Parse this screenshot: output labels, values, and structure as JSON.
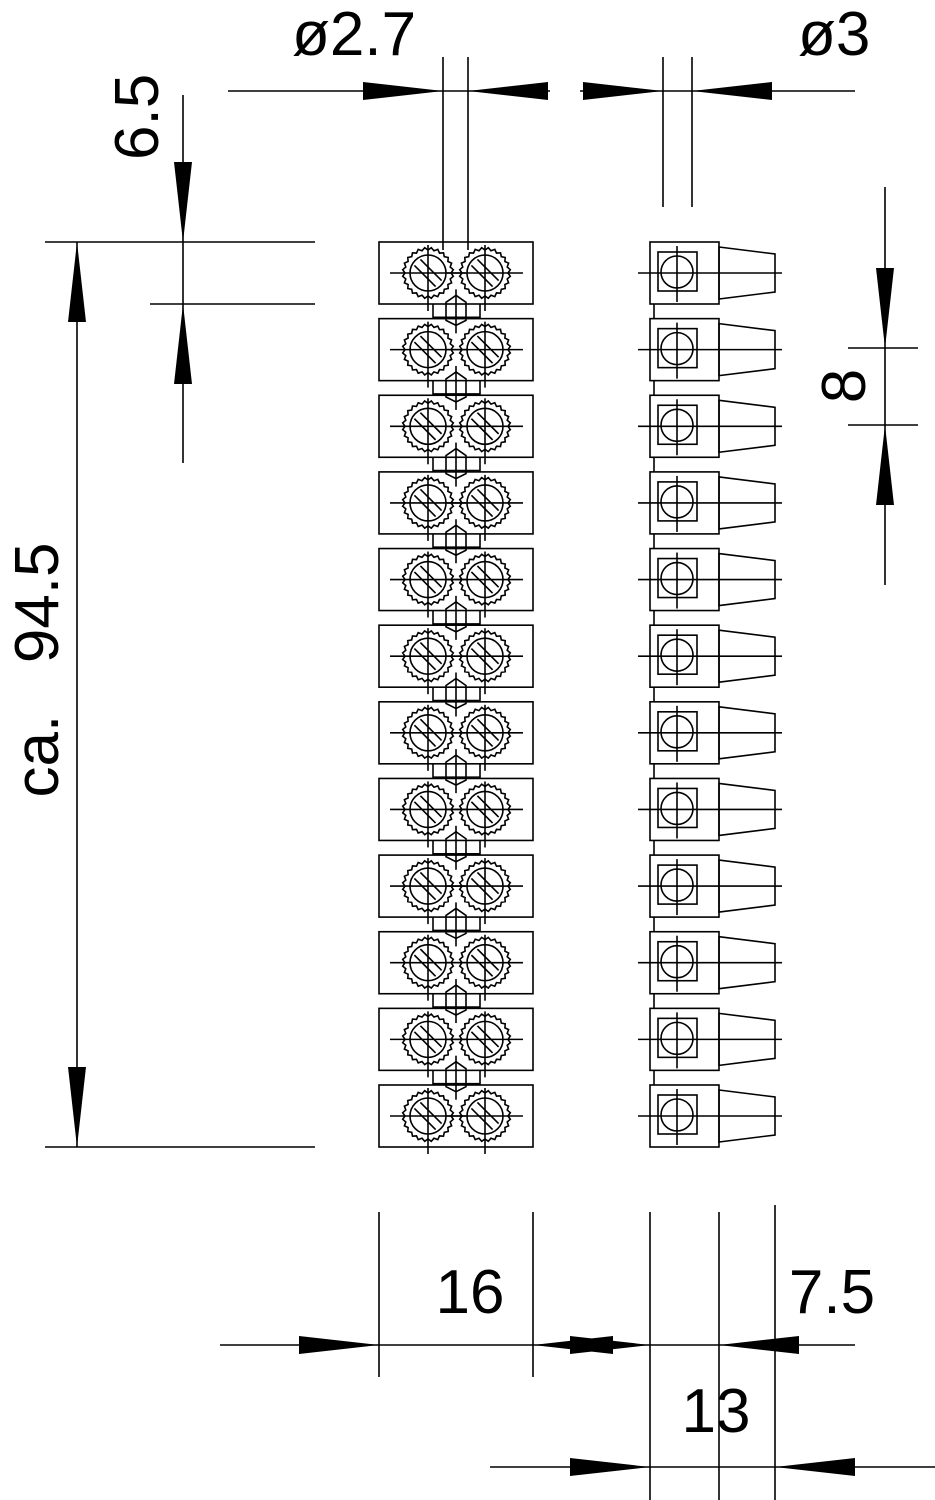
{
  "drawing": {
    "title": "Terminal strip dimension drawing",
    "terminal_count": 12,
    "dimensions": {
      "hole_diameter_left": "ø2.7",
      "hole_diameter_right": "ø3",
      "top_offset": "6.5",
      "overall_length": "ca.   94.5",
      "pitch": "8",
      "front_width": "16",
      "sleeve_length": "7.5",
      "side_width": "13"
    },
    "colors": {
      "line": "#000000",
      "background": "#ffffff"
    }
  }
}
